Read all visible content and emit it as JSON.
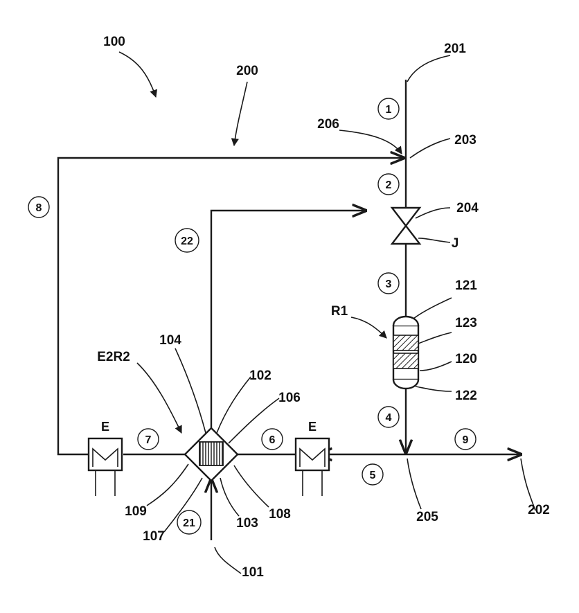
{
  "reference_labels": {
    "r100": "100",
    "r200": "200",
    "r201": "201",
    "r206": "206",
    "r203": "203",
    "r204": "204",
    "rJ": "J",
    "r121": "121",
    "rR1": "R1",
    "r123": "123",
    "r120": "120",
    "r122": "122",
    "r104": "104",
    "rE2R2": "E2R2",
    "r102": "102",
    "r106": "106",
    "rE_left": "E",
    "rE_right": "E",
    "r109": "109",
    "r107": "107",
    "r103": "103",
    "r108": "108",
    "r101": "101",
    "r205": "205",
    "r202": "202"
  },
  "stream_numbers": {
    "s1": "1",
    "s2": "2",
    "s3": "3",
    "s4": "4",
    "s5": "5",
    "s6": "6",
    "s7": "7",
    "s8": "8",
    "s9": "9",
    "s21": "21",
    "s22": "22"
  },
  "exchanger_symbol": "M"
}
